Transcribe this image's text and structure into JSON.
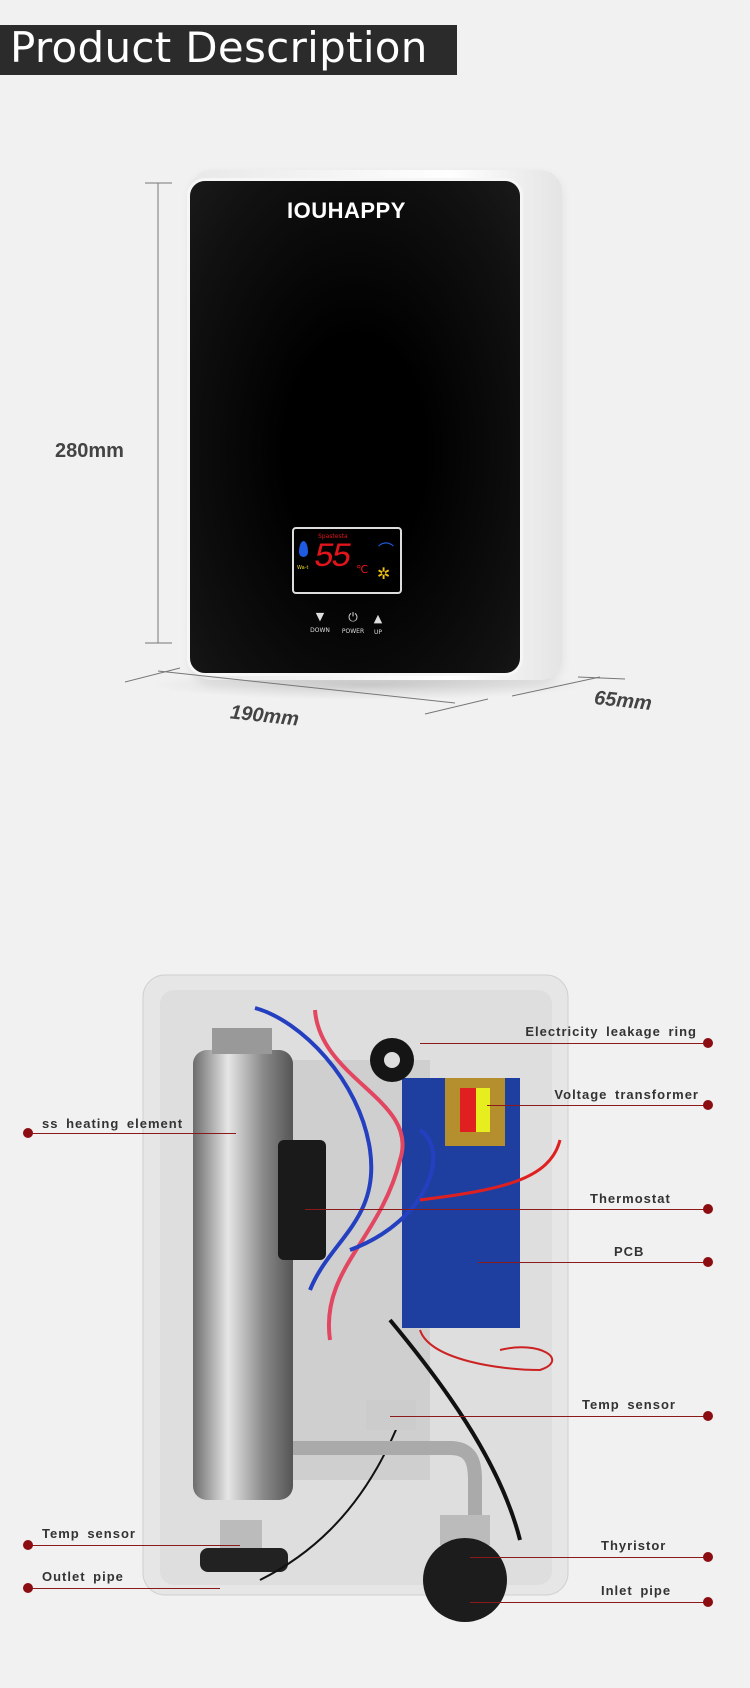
{
  "header": {
    "title": "Product Description"
  },
  "product": {
    "brand": "IOUHAPPY",
    "display": {
      "temperature": "55",
      "unit": "℃",
      "top_text": "Spastesta",
      "side_text": "Wa-t"
    },
    "buttons": [
      {
        "icon": "chevron-down-icon",
        "label": "DOWN"
      },
      {
        "icon": "power-icon",
        "label": "POWER"
      },
      {
        "icon": "chevron-up-icon",
        "label": "UP"
      }
    ],
    "dimensions": {
      "height": "280mm",
      "width": "190mm",
      "depth": "65mm"
    }
  },
  "internals": {
    "callouts_right": [
      {
        "label": "Electricity leakage ring"
      },
      {
        "label": "Voltage transformer"
      },
      {
        "label": "Thermostat"
      },
      {
        "label": "PCB"
      },
      {
        "label": "Temp sensor"
      },
      {
        "label": "Thyristor"
      },
      {
        "label": "Inlet pipe"
      }
    ],
    "callouts_left": [
      {
        "label": "ss heating element"
      },
      {
        "label": "Temp sensor"
      },
      {
        "label": "Outlet pipe"
      }
    ]
  },
  "colors": {
    "title_bg": "#2b2b2b",
    "callout_line": "#8b1a1a",
    "pcb": "#1f3fa0",
    "display_red": "#e0141b"
  }
}
